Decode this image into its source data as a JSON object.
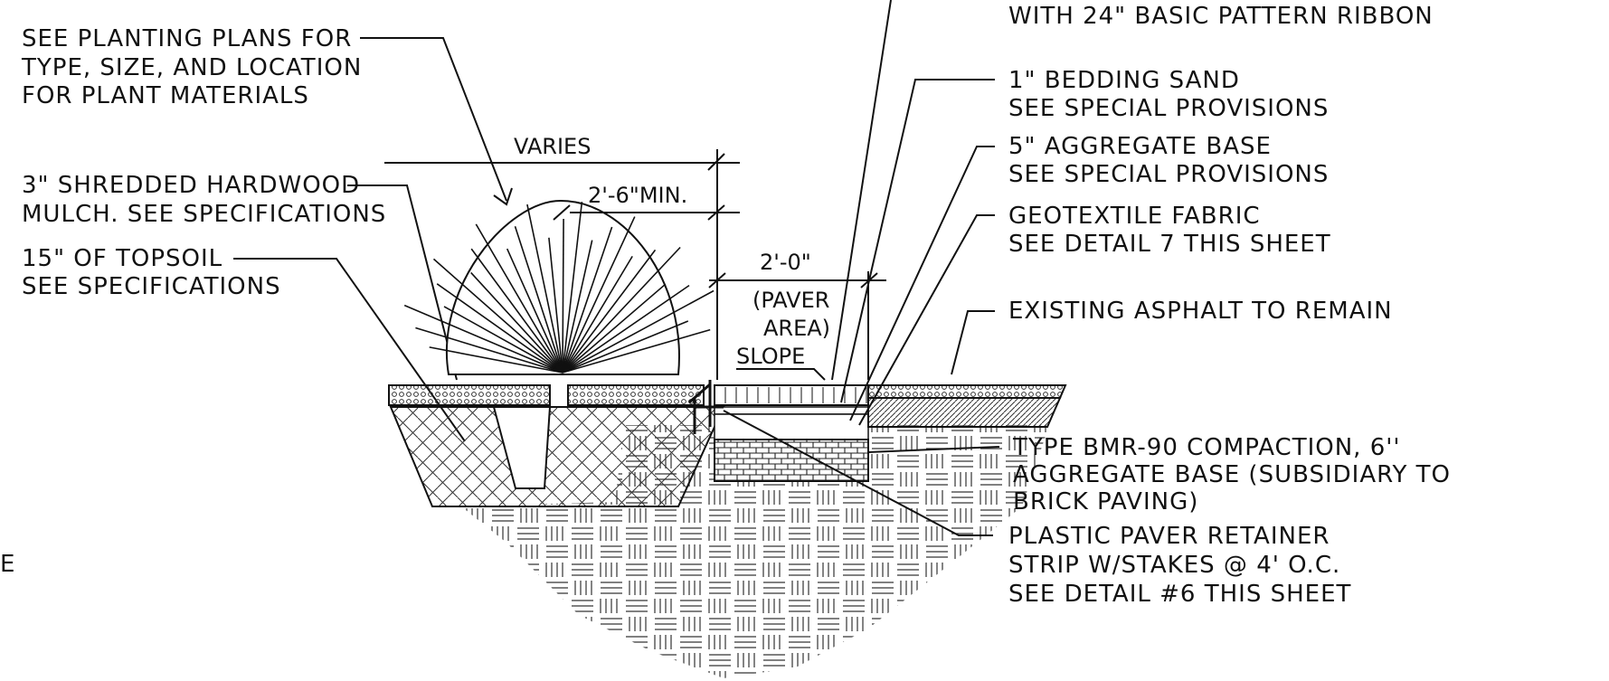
{
  "colors": {
    "ink": "#111111",
    "background": "#ffffff"
  },
  "notes": {
    "left_1": [
      "SEE PLANTING PLANS FOR",
      "TYPE, SIZE, AND LOCATION",
      "FOR PLANT MATERIALS"
    ],
    "left_2": [
      "3\" SHREDDED HARDWOOD",
      "MULCH.  SEE SPECIFICATIONS"
    ],
    "left_3": [
      "15\" OF TOPSOIL",
      "SEE SPECIFICATIONS"
    ],
    "right_1": [
      "WITH 24\" BASIC PATTERN RIBBON"
    ],
    "right_2": [
      "1\" BEDDING SAND",
      "SEE SPECIAL PROVISIONS"
    ],
    "right_3": [
      "5\" AGGREGATE BASE",
      "SEE SPECIAL PROVISIONS"
    ],
    "right_4": [
      "GEOTEXTILE FABRIC",
      "SEE DETAIL 7 THIS SHEET"
    ],
    "right_5": [
      "EXISTING ASPHALT TO REMAIN"
    ],
    "right_6": [
      "TYPE BMR-90 COMPACTION, 6''",
      "AGGREGATE BASE (SUBSIDIARY TO",
      "BRICK PAVING)"
    ],
    "right_7": [
      "PLASTIC PAVER RETAINER",
      "STRIP W/STAKES @ 4' O.C.",
      "SEE DETAIL #6 THIS SHEET"
    ]
  },
  "dimensions": {
    "varies": "VARIES",
    "min_width": "2'-6\"MIN.",
    "paver_width": "2'-0\"",
    "paver_area": [
      "(PAVER",
      "AREA)"
    ],
    "slope": "SLOPE"
  },
  "edge_fragment": "E"
}
